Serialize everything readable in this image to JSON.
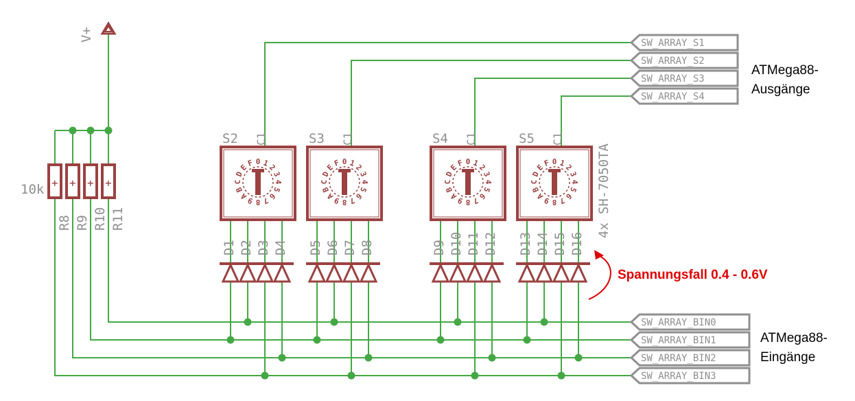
{
  "supply": {
    "label": "V+"
  },
  "resistors": {
    "value": "10k",
    "names": [
      "R8",
      "R9",
      "R10",
      "R11"
    ]
  },
  "switches": [
    {
      "name": "S2",
      "pin": "C1",
      "diodes": [
        "D1",
        "D2",
        "D3",
        "D4"
      ]
    },
    {
      "name": "S3",
      "pin": "C1",
      "diodes": [
        "D5",
        "D6",
        "D7",
        "D8"
      ]
    },
    {
      "name": "S4",
      "pin": "C1",
      "diodes": [
        "D9",
        "D10",
        "D11",
        "D12"
      ]
    },
    {
      "name": "S5",
      "pin": "C1",
      "diodes": [
        "D13",
        "D14",
        "D15",
        "D16"
      ]
    }
  ],
  "switch_part": "SH-7050TA",
  "switch_count": "4x",
  "dial_chars": "0123456789ABCDEF",
  "output_ports": [
    "SW_ARRAY_S1",
    "SW_ARRAY_S2",
    "SW_ARRAY_S3",
    "SW_ARRAY_S4"
  ],
  "input_ports": [
    "SW_ARRAY_BIN0",
    "SW_ARRAY_BIN1",
    "SW_ARRAY_BIN2",
    "SW_ARRAY_BIN3"
  ],
  "annotations": {
    "outputs_line1": "ATMega88-",
    "outputs_line2": "Ausgänge",
    "inputs_line1": "ATMega88-",
    "inputs_line2": "Eingänge",
    "voltage_drop": "Spannungsfall 0.4 - 0.6V"
  },
  "colors": {
    "wire": "#44a844",
    "part": "#9b4141",
    "label": "#8f8f8f",
    "port": "#8f8f8f",
    "annotation": "#e00000"
  }
}
